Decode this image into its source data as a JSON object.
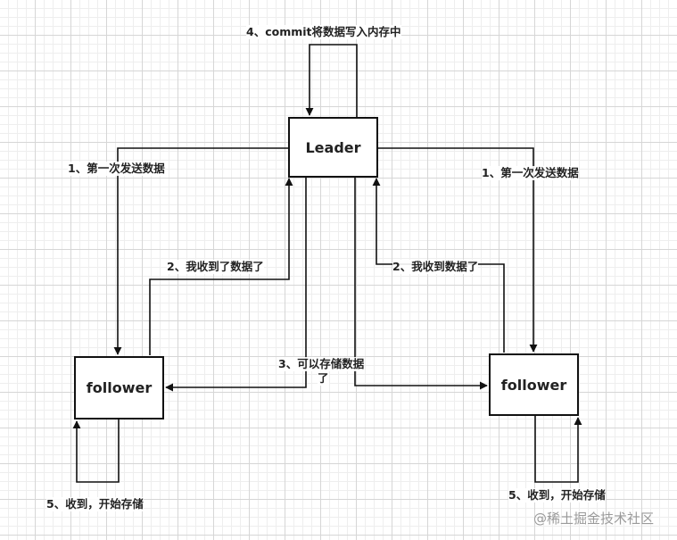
{
  "nodes": {
    "leader": "Leader",
    "follower_left": "follower",
    "follower_right": "follower"
  },
  "edges": {
    "commit_self": "4、commit将数据写入内存中",
    "send_left": "1、第一次发送数据",
    "send_right": "1、第一次发送数据",
    "ack_left": "2、我收到了数据了",
    "ack_right": "2、我收到数据了",
    "can_store_line1": "3、可以存储数据",
    "can_store_line2": "了",
    "store_left": "5、收到，开始存储",
    "store_right": "5、收到，开始存储"
  },
  "watermark": "@稀土掘金技术社区"
}
